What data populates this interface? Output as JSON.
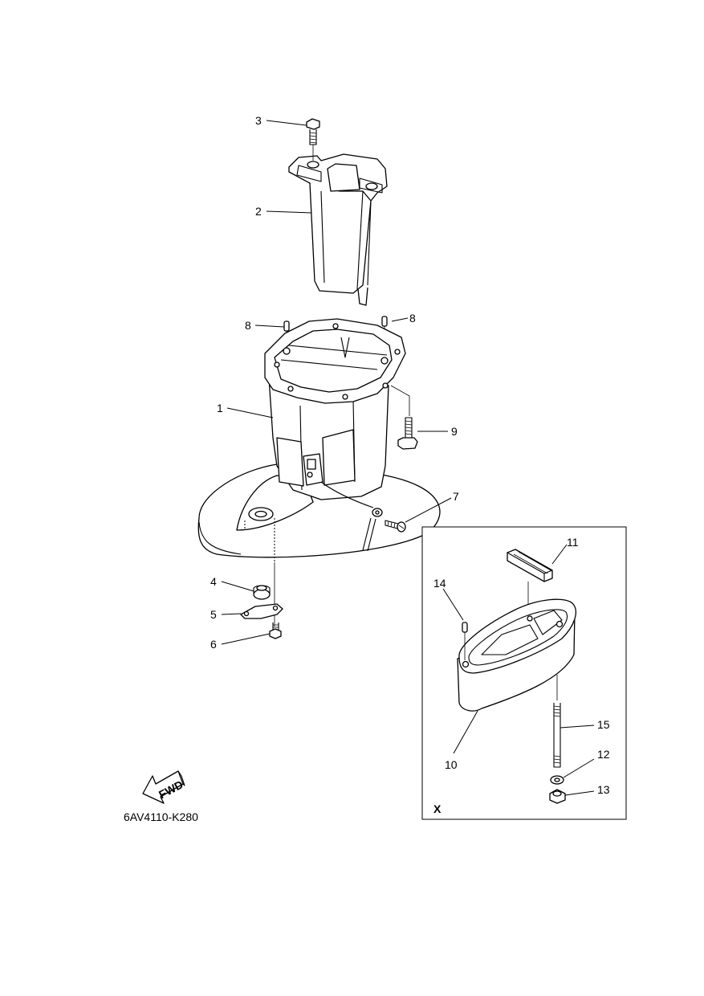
{
  "diagram": {
    "drawing_code": "6AV4110-K280",
    "fwd_label": "FWD",
    "detail_label": "X",
    "callouts": [
      "1",
      "2",
      "3",
      "4",
      "5",
      "6",
      "7",
      "8",
      "8",
      "9",
      "10",
      "11",
      "12",
      "13",
      "14",
      "15"
    ]
  }
}
